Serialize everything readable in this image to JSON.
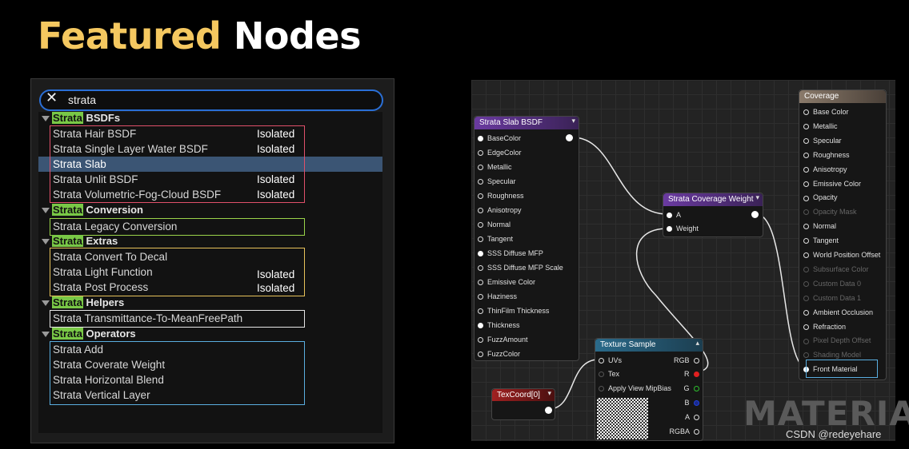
{
  "title": {
    "part1": "Featured",
    "part2": "Nodes"
  },
  "search": {
    "query": "strata",
    "clear_icon": "close-icon"
  },
  "categories": [
    {
      "prefix": "Strata",
      "name": "BSDFs"
    },
    {
      "prefix": "Strata",
      "name": "Conversion"
    },
    {
      "prefix": "Strata",
      "name": "Extras"
    },
    {
      "prefix": "Strata",
      "name": "Helpers"
    },
    {
      "prefix": "Strata",
      "name": "Operators"
    }
  ],
  "items": [
    {
      "label": "Strata Hair BSDF",
      "tag": "Isolated"
    },
    {
      "label": "Strata Single Layer Water BSDF",
      "tag": "Isolated"
    },
    {
      "label": "Strata Slab",
      "tag": ""
    },
    {
      "label": "Strata Unlit BSDF",
      "tag": "Isolated"
    },
    {
      "label": "Strata Volumetric-Fog-Cloud BSDF",
      "tag": "Isolated"
    },
    {
      "label": "Strata Legacy Conversion",
      "tag": ""
    },
    {
      "label": "Strata Convert To Decal",
      "tag": ""
    },
    {
      "label": "Strata Light Function",
      "tag": "Isolated"
    },
    {
      "label": "Strata Post Process",
      "tag": "Isolated"
    },
    {
      "label": "Strata Transmittance-To-MeanFreePath",
      "tag": ""
    },
    {
      "label": "Strata Add",
      "tag": ""
    },
    {
      "label": "Strata Coverate Weight",
      "tag": ""
    },
    {
      "label": "Strata Horizontal Blend",
      "tag": ""
    },
    {
      "label": "Strata Vertical Layer",
      "tag": ""
    }
  ],
  "colors": {
    "highlight": "#79c846",
    "selected": "#3b5574",
    "red_box": "#e0506a",
    "green_box": "#9ad44a",
    "yellow_box": "#e8c25a",
    "blue_box": "#5aaee0"
  },
  "slab_node": {
    "title": "Strata Slab BSDF",
    "pins": [
      "BaseColor",
      "EdgeColor",
      "Metallic",
      "Specular",
      "Roughness",
      "Anisotropy",
      "Normal",
      "Tangent",
      "SSS Diffuse MFP",
      "SSS Diffuse MFP Scale",
      "Emissive Color",
      "Haziness",
      "ThinFilm Thickness",
      "Thickness",
      "FuzzAmount",
      "FuzzColor"
    ]
  },
  "coverage_weight_node": {
    "title": "Strata Coverage Weight",
    "pins": [
      "A",
      "Weight"
    ]
  },
  "texture_node": {
    "title": "Texture Sample",
    "inputs": [
      "UVs",
      "Tex",
      "Apply View MipBias"
    ],
    "outputs": [
      "RGB",
      "R",
      "G",
      "B",
      "A",
      "RGBA"
    ]
  },
  "texcoord_node": {
    "title": "TexCoord[0]"
  },
  "coverage_node": {
    "title": "Coverage",
    "pins": [
      "Base Color",
      "Metallic",
      "Specular",
      "Roughness",
      "Anisotropy",
      "Emissive Color",
      "Opacity",
      "Opacity Mask",
      "Normal",
      "Tangent",
      "World Position Offset",
      "Subsurface Color",
      "Custom Data 0",
      "Custom Data 1",
      "Ambient Occlusion",
      "Refraction",
      "Pixel Depth Offset",
      "Shading Model",
      "Front Material"
    ]
  },
  "watermark": "MATERIAL",
  "credit": "CSDN @redeyehare"
}
